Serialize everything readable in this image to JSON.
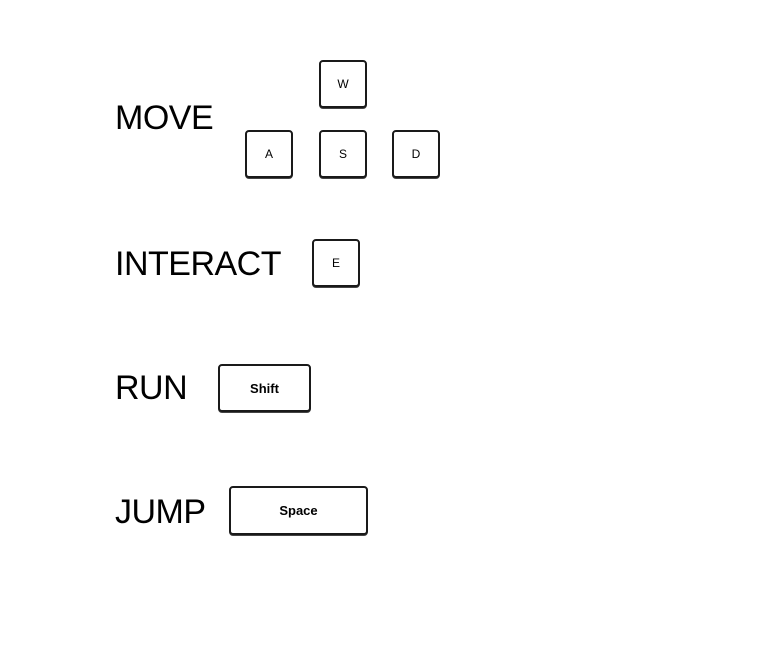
{
  "controls": {
    "move": {
      "label": "MOVE",
      "keys": {
        "up": "W",
        "left": "A",
        "down": "S",
        "right": "D"
      }
    },
    "interact": {
      "label": "INTERACT",
      "key": "E"
    },
    "run": {
      "label": "RUN",
      "key": "Shift"
    },
    "jump": {
      "label": "JUMP",
      "key": "Space"
    }
  }
}
